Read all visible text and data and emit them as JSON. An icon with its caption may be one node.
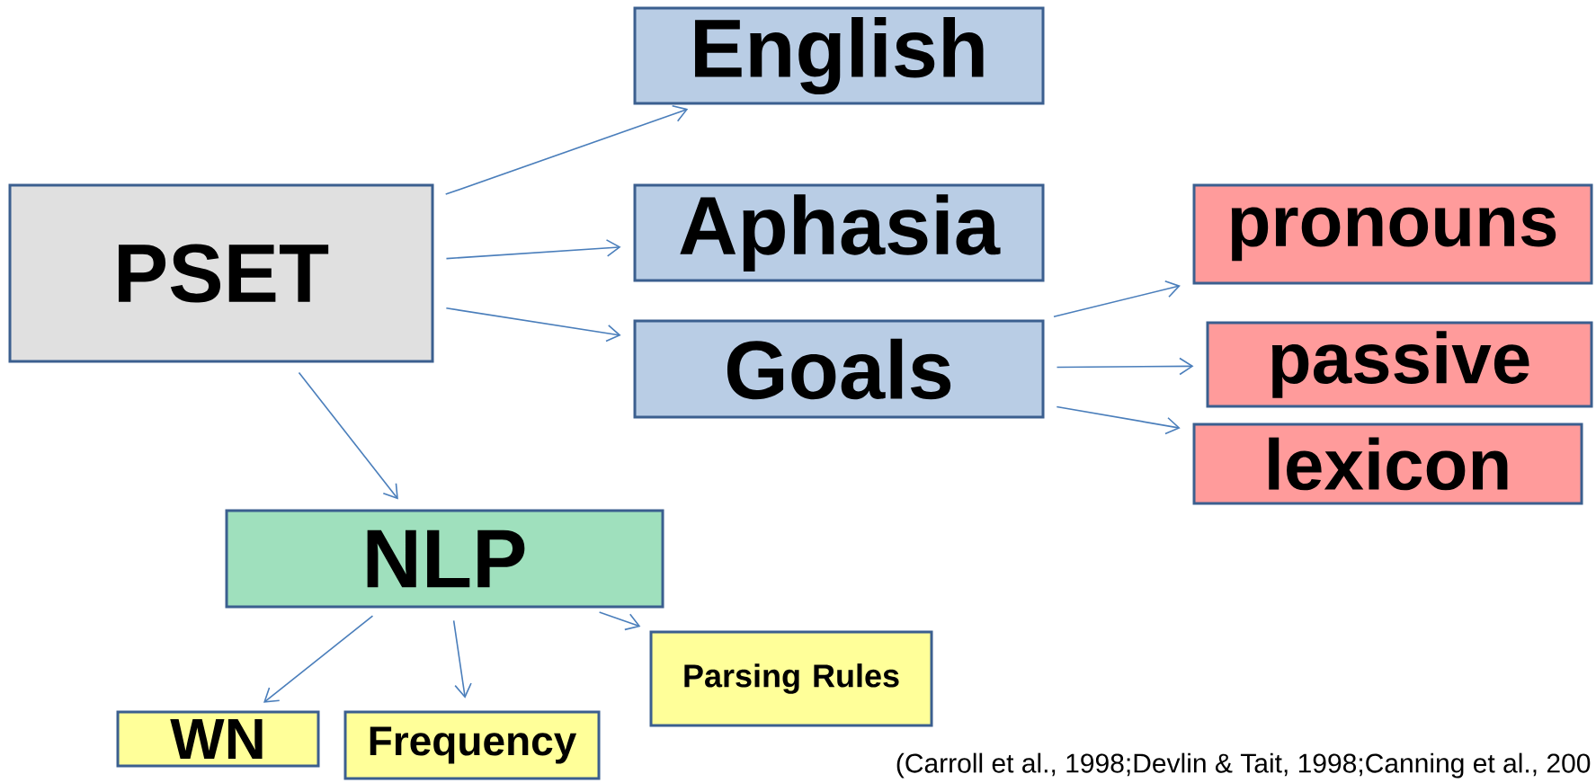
{
  "diagram": {
    "nodes": [
      {
        "text": [
          "PSET"
        ]
      },
      {
        "text": [
          "English"
        ]
      },
      {
        "text": [
          "Aphasia"
        ]
      },
      {
        "text": [
          "Goals"
        ]
      },
      {
        "text": [
          "pronouns"
        ]
      },
      {
        "text": [
          "passive"
        ]
      },
      {
        "text": [
          "lexicon"
        ]
      },
      {
        "text": [
          "NLP"
        ]
      },
      {
        "text": [
          "WN"
        ]
      },
      {
        "text": [
          "Frequency"
        ]
      },
      {
        "text": [
          "Parsing Rules"
        ]
      }
    ],
    "edges": [
      {
        "from": 0,
        "to": 1,
        "arrow": "to"
      },
      {
        "from": 0,
        "to": 2,
        "arrow": "to"
      },
      {
        "from": 0,
        "to": 3,
        "arrow": "to"
      },
      {
        "from": 0,
        "to": 7,
        "arrow": "to"
      },
      {
        "from": 3,
        "to": 4,
        "arrow": "to"
      },
      {
        "from": 3,
        "to": 5,
        "arrow": "to"
      },
      {
        "from": 3,
        "to": 6,
        "arrow": "to"
      },
      {
        "from": 7,
        "to": 8,
        "arrow": "to"
      },
      {
        "from": 7,
        "to": 9,
        "arrow": "to"
      },
      {
        "from": 7,
        "to": 10,
        "arrow": "to"
      }
    ],
    "labels": [
      "(Carroll et al., 1998;Devlin & Tait, 1998;Canning et al., 200"
    ]
  }
}
